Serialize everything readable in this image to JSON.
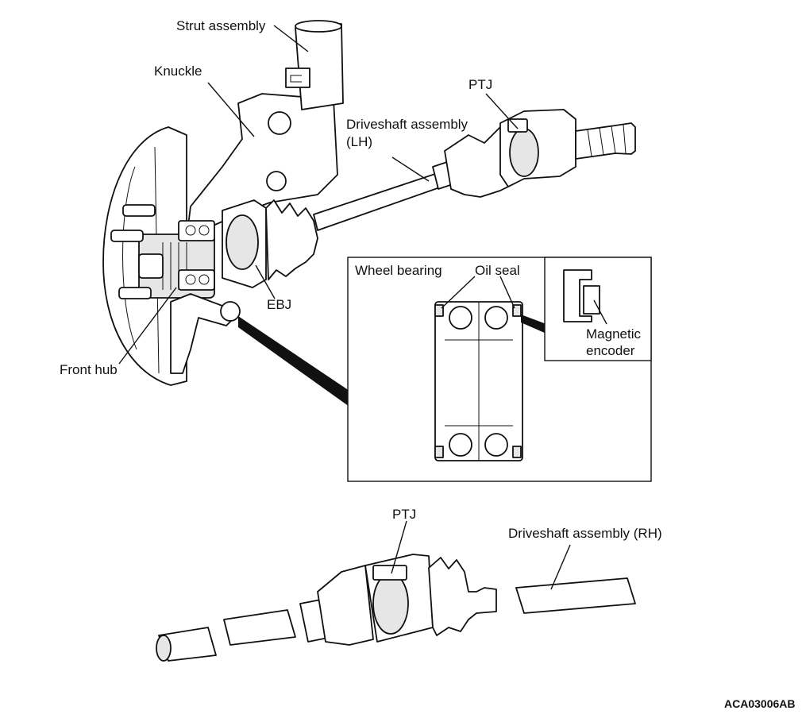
{
  "labels": {
    "strut_assembly": "Strut assembly",
    "knuckle": "Knuckle",
    "ptj_upper": "PTJ",
    "driveshaft_lh_line1": "Driveshaft assembly",
    "driveshaft_lh_line2": "(LH)",
    "ebj": "EBJ",
    "front_hub": "Front hub",
    "wheel_bearing": "Wheel bearing",
    "oil_seal": "Oil seal",
    "magnetic_line1": "Magnetic",
    "magnetic_line2": "encoder",
    "ptj_lower": "PTJ",
    "driveshaft_rh": "Driveshaft assembly (RH)"
  },
  "figure_code": "ACA03006AB"
}
